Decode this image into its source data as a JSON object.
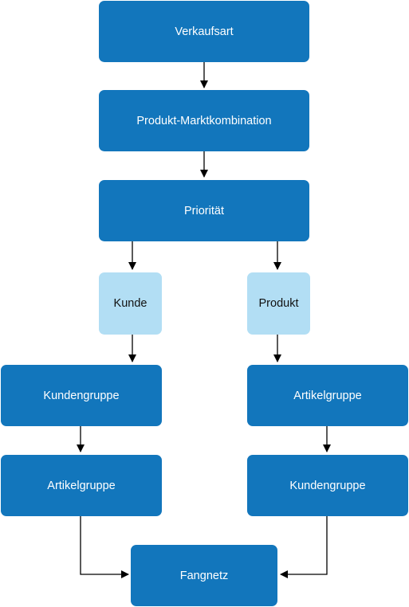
{
  "colors": {
    "primary_box": "#1276bc",
    "secondary_box": "#b2def4",
    "connector": "#000000"
  },
  "nodes": {
    "verkaufsart": "Verkaufsart",
    "produkt_marktkombination": "Produkt-Marktkombination",
    "prioritaet": "Priorität",
    "kunde": "Kunde",
    "produkt": "Produkt",
    "left_kundengruppe": "Kundengruppe",
    "left_artikelgruppe": "Artikelgruppe",
    "right_artikelgruppe": "Artikelgruppe",
    "right_kundengruppe": "Kundengruppe",
    "fangnetz": "Fangnetz"
  }
}
